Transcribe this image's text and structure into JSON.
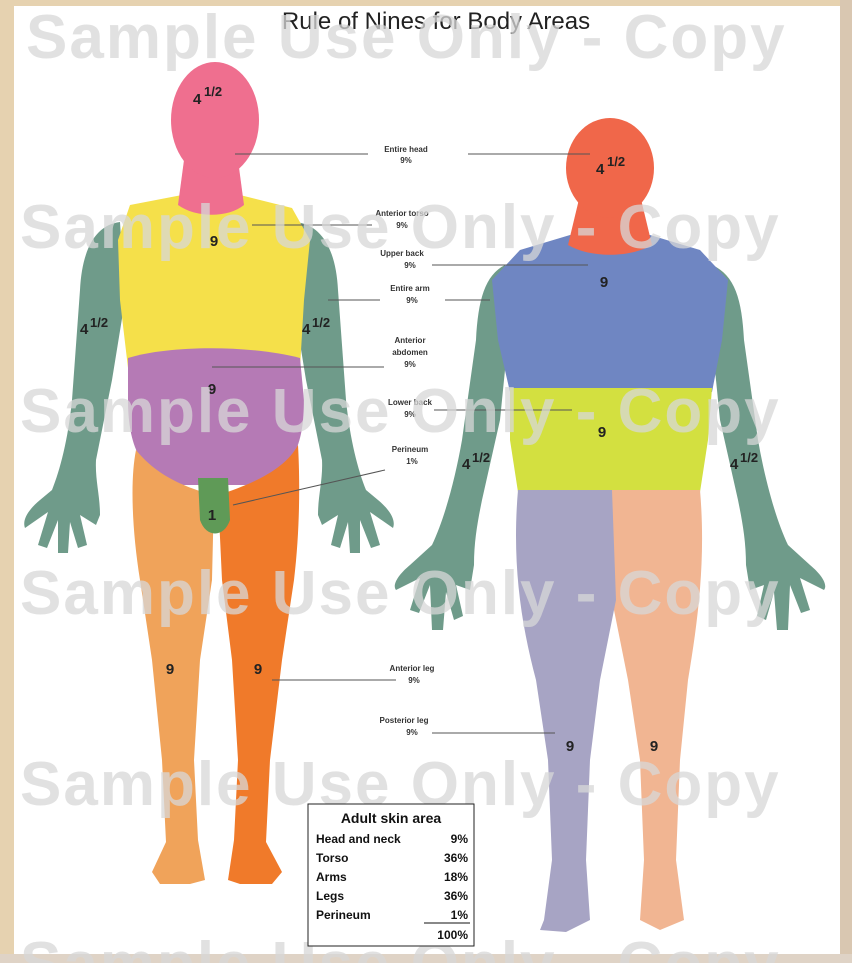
{
  "title": "Rule of Nines for Body Areas",
  "watermark": "Sample Use Only - Copy",
  "labels": {
    "entire_head": [
      "Entire head",
      "9%"
    ],
    "anterior_torso": [
      "Anterior torso",
      "9%"
    ],
    "upper_back": [
      "Upper back",
      "9%"
    ],
    "entire_arm": [
      "Entire arm",
      "9%"
    ],
    "anterior_abdomen": [
      "Anterior",
      "abdomen",
      "9%"
    ],
    "lower_back": [
      "Lower back",
      "9%"
    ],
    "perineum": [
      "Perineum",
      "1%"
    ],
    "anterior_leg": [
      "Anterior leg",
      "9%"
    ],
    "posterior_leg": [
      "Posterior leg",
      "9%"
    ]
  },
  "front_numbers": {
    "head_whole": "4",
    "head_frac": "1/2",
    "torso": "9",
    "abdomen": "9",
    "perineum": "1",
    "left_arm_whole": "4",
    "left_arm_frac": "1/2",
    "right_arm_whole": "4",
    "right_arm_frac": "1/2",
    "left_leg": "9",
    "right_leg": "9"
  },
  "back_numbers": {
    "head_whole": "4",
    "head_frac": "1/2",
    "upper_back": "9",
    "lower_back": "9",
    "left_arm_whole": "4",
    "left_arm_frac": "1/2",
    "right_arm_whole": "4",
    "right_arm_frac": "1/2",
    "left_leg": "9",
    "right_leg": "9"
  },
  "table": {
    "title": "Adult skin area",
    "rows": [
      {
        "area": "Head and neck",
        "pct": "9%"
      },
      {
        "area": "Torso",
        "pct": "36%"
      },
      {
        "area": "Arms",
        "pct": "18%"
      },
      {
        "area": "Legs",
        "pct": "36%"
      },
      {
        "area": "Perineum",
        "pct": "1%"
      }
    ],
    "total": "100%"
  },
  "colors": {
    "head_front": "#ef6f8f",
    "head_back": "#f0674a",
    "torso": "#f5e04a",
    "abdomen": "#b57ab5",
    "arm": "#6f9b8a",
    "perineum": "#5f9a57",
    "leg_orange": "#f07a2a",
    "leg_light": "#f0a35a",
    "upper_back": "#6f86c2",
    "lower_back": "#d3e040",
    "leg_lilac": "#a7a4c4",
    "skin": "#f1b592"
  }
}
